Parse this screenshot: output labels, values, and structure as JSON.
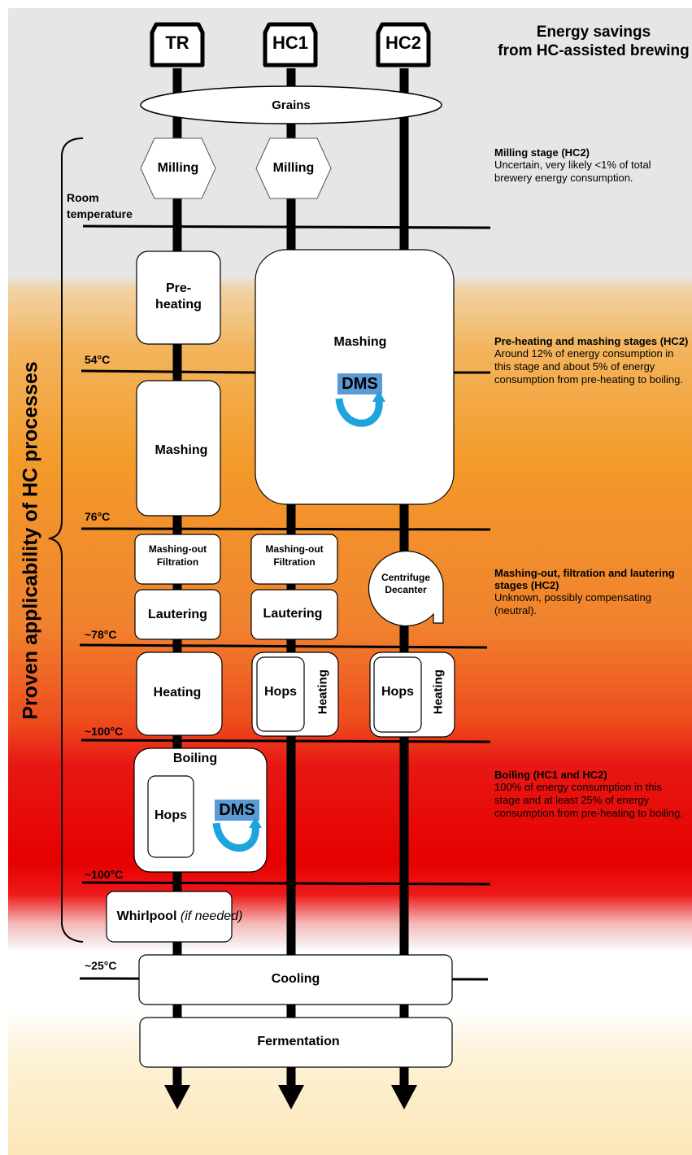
{
  "header": {
    "title_line1": "Energy savings",
    "title_line2": "from HC-assisted brewing"
  },
  "columns": {
    "tr": "TR",
    "hc1": "HC1",
    "hc2": "HC2"
  },
  "side_label": "Proven applicability of HC processes",
  "temperatures": {
    "room_line1": "Room",
    "room_line2": "temperature",
    "t54": "54°C",
    "t76": "76°C",
    "t78": "~78°C",
    "t100a": "~100°C",
    "t100b": "~100°C",
    "t25": "~25°C"
  },
  "process": {
    "grains": "Grains",
    "milling_tr": "Milling",
    "milling_hc1": "Milling",
    "preheating_line1": "Pre-",
    "preheating_line2": "heating",
    "mashing_tr": "Mashing",
    "mashing_hc1": "Mashing",
    "dms": "DMS",
    "mashout_tr_line1": "Mashing-out",
    "mashout_tr_line2": "Filtration",
    "mashout_hc1_line1": "Mashing-out",
    "mashout_hc1_line2": "Filtration",
    "centrifuge_line1": "Centrifuge",
    "centrifuge_line2": "Decanter",
    "lautering_tr": "Lautering",
    "lautering_hc1": "Lautering",
    "heating_tr": "Heating",
    "hops_hc1": "Hops",
    "heating_hc1": "Heating",
    "hops_hc2": "Hops",
    "heating_hc2": "Heating",
    "boiling": "Boiling",
    "hops_boiling": "Hops",
    "dms_boiling": "DMS",
    "whirlpool": "Whirlpool",
    "whirlpool_note": "(if needed)",
    "cooling": "Cooling",
    "fermentation": "Fermentation"
  },
  "notes": {
    "milling": {
      "title": "Milling  stage (HC2)",
      "body": "Uncertain,  very likely <1% of total brewery energy consumption."
    },
    "mashing": {
      "title": "Pre-heating and mashing stages (HC2)",
      "body": "Around  12% of energy consumption in this stage and about 5% of energy consumption  from pre-heating to boiling."
    },
    "mashout": {
      "title": "Mashing-out, filtration and lautering stages (HC2)",
      "body": "Unknown,  possibly compensating (neutral)."
    },
    "boiling": {
      "title": "Boiling  (HC1 and HC2)",
      "body": "100% of energy consumption  in this stage and at least 25% of energy consumption  from pre-heating to boiling."
    }
  },
  "colors": {
    "dms_fill": "#5b9bd5",
    "arrow_blue": "#1ea4dc",
    "line": "#000000",
    "box_fill": "#ffffff"
  }
}
